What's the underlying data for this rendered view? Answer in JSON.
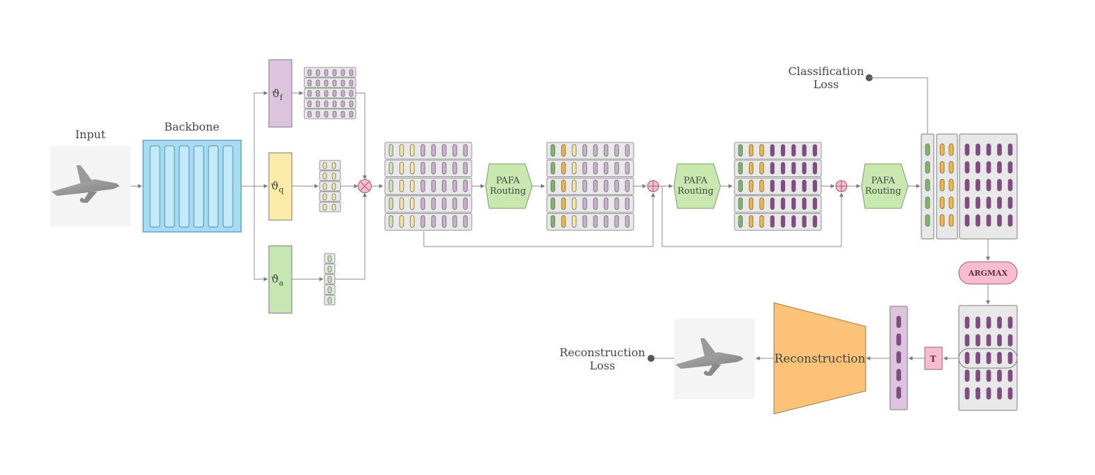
{
  "labels": {
    "input": "Input",
    "backbone": "Backbone",
    "classification_loss": [
      "Classification",
      "Loss"
    ],
    "reconstruction_loss": [
      "Reconstruction",
      "Loss"
    ],
    "reconstruction": "Reconstruction",
    "argmax": "ARGMAX",
    "transpose": "T",
    "pafa_routing": [
      "PAFA",
      "Routing"
    ],
    "theta_f": "ϑ",
    "theta_f_sub": "f",
    "theta_q": "ϑ",
    "theta_q_sub": "q",
    "theta_a": "ϑ",
    "theta_a_sub": "a"
  },
  "colors": {
    "backbone_fill": "#a6dcf2",
    "backbone_stroke": "#4a8fb8",
    "theta_f": "#dcc4de",
    "theta_q": "#fbeaa8",
    "theta_a": "#c6e7b4",
    "pafa": "#c8e8b0",
    "reconstruction": "#fcc277",
    "argmax": "#f8bcd0",
    "panel": "#e8e8e8",
    "pill_green": "#7fb564",
    "pill_yellow": "#f3b63c",
    "pill_purple": "#88458a",
    "pill_purple_light": "#cdaed2",
    "pill_yellow_light": "#f6e6a4",
    "pill_green_light": "#c7e3b0"
  },
  "icons": {
    "input_image": "airplane-icon",
    "reconstruction_image": "airplane-icon",
    "multiply": "circled-times-icon",
    "add": "circled-plus-icon"
  }
}
